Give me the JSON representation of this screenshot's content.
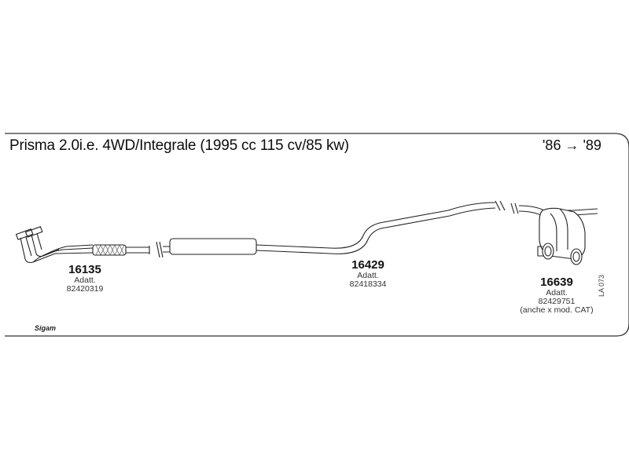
{
  "header": {
    "title": "Prisma 2.0i.e. 4WD/Integrale (1995 cc 115 cv/85 kw)",
    "years": "'86 → '89"
  },
  "parts": [
    {
      "number": "16135",
      "adatt_label": "Adatt.",
      "adatt_code": "82420319",
      "note": ""
    },
    {
      "number": "16429",
      "adatt_label": "Adatt.",
      "adatt_code": "82418334",
      "note": ""
    },
    {
      "number": "16639",
      "adatt_label": "Adatt.",
      "adatt_code": "82429751",
      "note": "(anche x mod. CAT)"
    }
  ],
  "footer": {
    "brand": "Sigam",
    "drawing_code": "LA 073"
  },
  "colors": {
    "outline": "#222222",
    "panel_border": "#333333",
    "fill": "#ffffff",
    "hatch": "#555555"
  }
}
